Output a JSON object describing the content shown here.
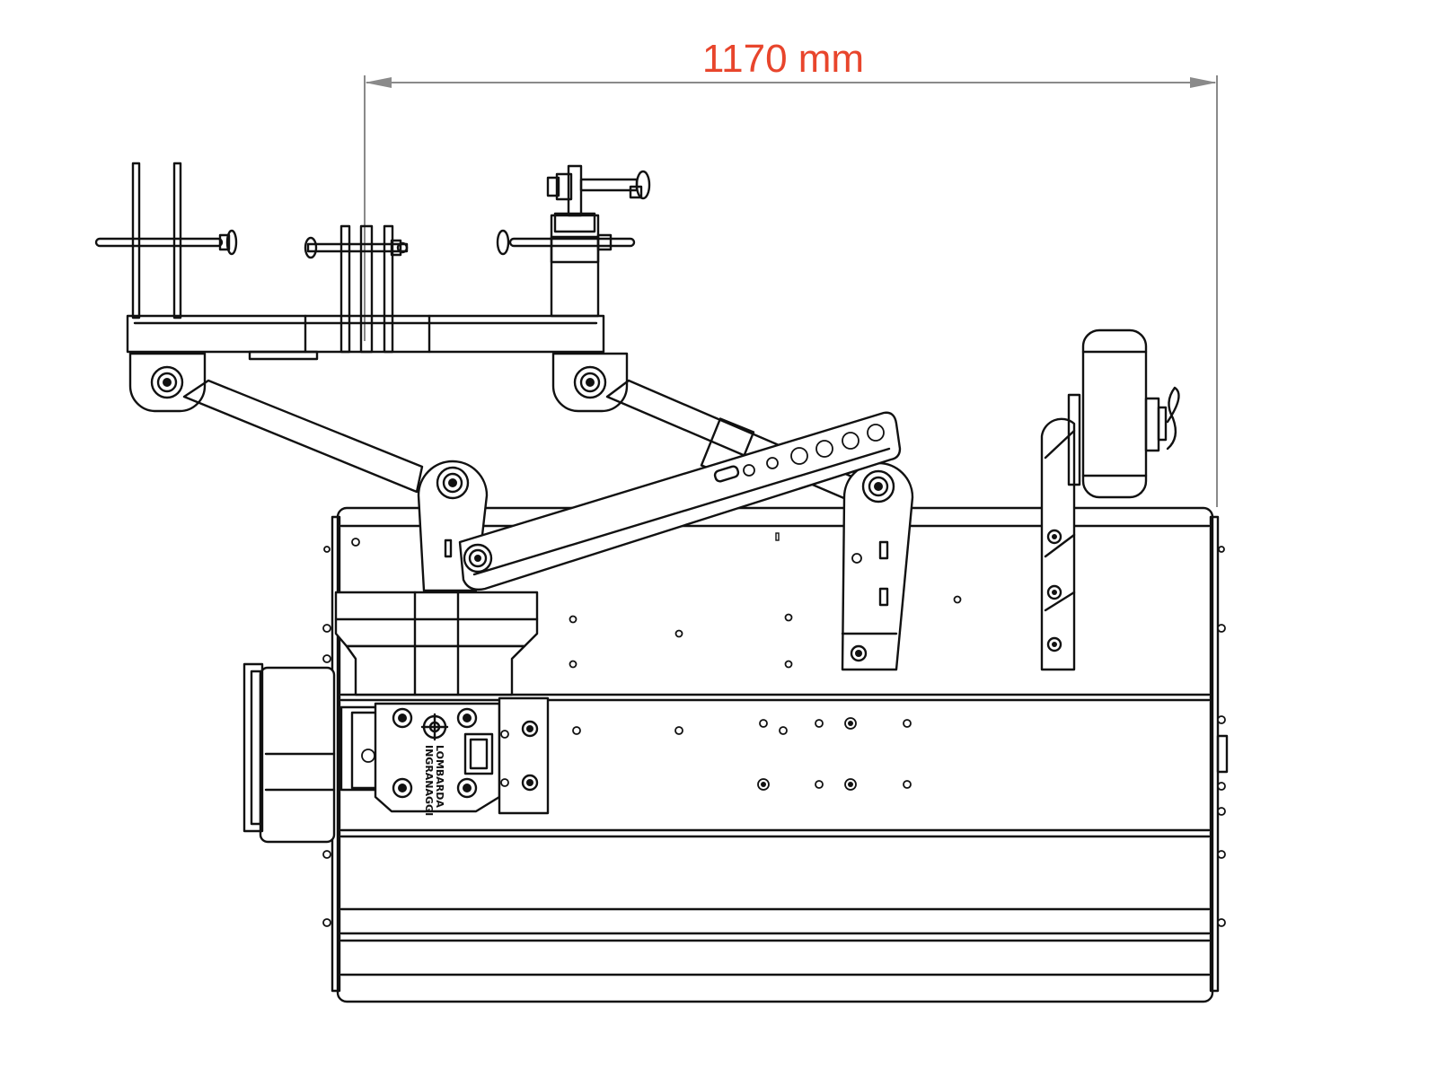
{
  "dimension": {
    "label": "1170 mm",
    "color": "#e8452c"
  },
  "logo": {
    "line1": "LOMBARDA",
    "line2": "INGRANAGGI"
  },
  "colors": {
    "line": "#111111",
    "dimension_line": "#8a8a8a",
    "background": "#ffffff"
  }
}
